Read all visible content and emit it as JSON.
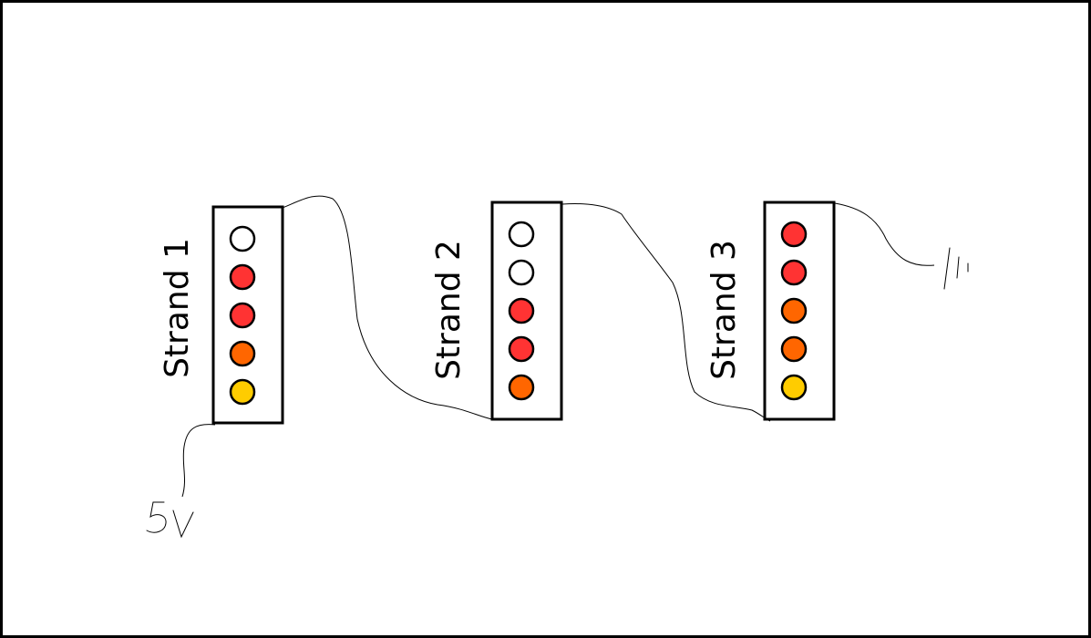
{
  "colors": {
    "off": "#ffffff",
    "red": "#ff3333",
    "orange": "#ff6600",
    "yellow": "#ffcc00",
    "stroke": "#000000"
  },
  "strands": [
    {
      "label": "Strand 1",
      "leds": [
        "off",
        "red",
        "red",
        "orange",
        "yellow"
      ]
    },
    {
      "label": "Strand 2",
      "leds": [
        "off",
        "off",
        "red",
        "red",
        "orange"
      ]
    },
    {
      "label": "Strand 3",
      "leds": [
        "red",
        "red",
        "orange",
        "orange",
        "yellow"
      ]
    }
  ],
  "terminals": {
    "power": "5V",
    "ground": "ground-symbol"
  }
}
